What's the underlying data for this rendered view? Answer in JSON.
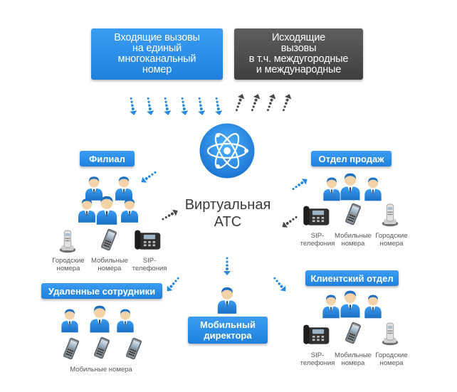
{
  "top": {
    "incoming": "Входящие вызовы\nна единый\nмногоканальный\nномер",
    "outgoing": "Исходящие\nвызовы\nв т.ч. междугородные\nи международные"
  },
  "center": {
    "title": "Виртуальная\nАТС"
  },
  "branch": {
    "label": "Филиал",
    "captions": [
      "Городские\nномера",
      "Мобильные\nномера",
      "SIP-\nтелефония"
    ]
  },
  "sales": {
    "label": "Отдел продаж",
    "captions": [
      "SIP-\nтелефония",
      "Мобильные\nномера",
      "Городские\nномера"
    ]
  },
  "remote": {
    "label": "Удаленные сотрудники",
    "caption": "Мобильные номера"
  },
  "director": {
    "label": "Мобильный\nдиректора"
  },
  "client": {
    "label": "Клиентский отдел",
    "captions": [
      "SIP-\nтелефония",
      "Мобильные\nномера",
      "Городские\nномера"
    ]
  },
  "colors": {
    "blue": "#2589e3",
    "dark": "#4a4a4a",
    "text": "#555555"
  },
  "icons": [
    "atom-icon",
    "person-icon",
    "desk-phone-icon",
    "mobile-phone-icon",
    "cordless-phone-icon",
    "dotted-arrow-icon"
  ]
}
